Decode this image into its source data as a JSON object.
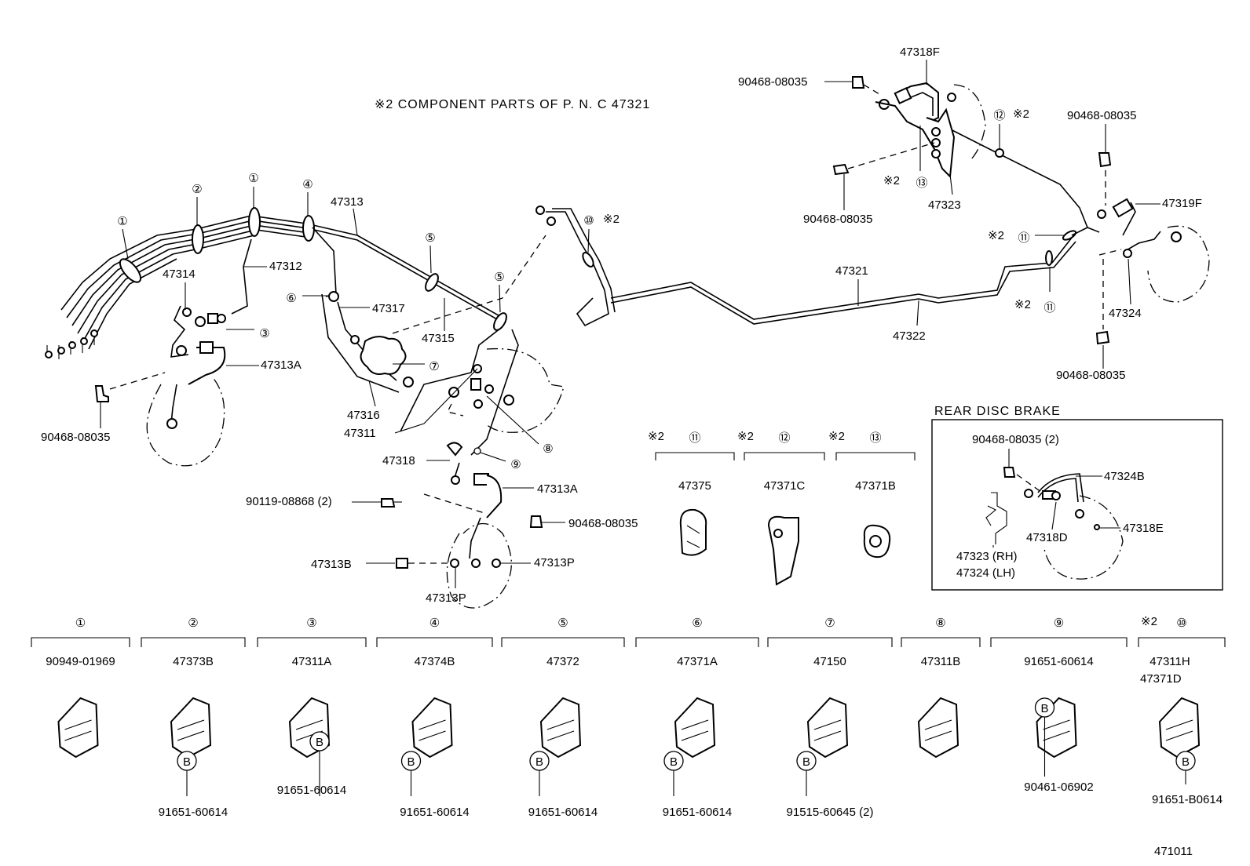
{
  "header": {
    "component_note": "※2 COMPONENT PARTS OF P. N. C 47321",
    "rear_disc_title": "REAR DISC BRAKE",
    "figure_id": "471011"
  },
  "callouts": {
    "c1a": "①",
    "c2a": "②",
    "c1b": "①",
    "c4a": "④",
    "c5a": "⑤",
    "c5b": "⑤",
    "c6a": "⑥",
    "c7a": "⑦",
    "c3a": "③",
    "c8a": "⑧",
    "c9a": "⑨",
    "c10a": "⑩",
    "c10a_note": "※2",
    "c12a": "⑫",
    "c12a_note": "※2",
    "c13a": "⑬",
    "c13a_note": "※2",
    "c11a": "⑪",
    "c11a_note": "※2",
    "c11b": "⑪",
    "c11b_note": "※2"
  },
  "labels": {
    "p47313": "47313",
    "p47312": "47312",
    "p47314": "47314",
    "p47317": "47317",
    "p47315": "47315",
    "p47313A_1": "47313A",
    "p47316": "47316",
    "p47311": "47311",
    "p47318": "47318",
    "p47313A_2": "47313A",
    "p90119": "90119-08868 (2)",
    "p90468_a": "90468-08035",
    "p90468_b": "90468-08035",
    "p90468_c": "90468-08035",
    "p90468_d": "90468-08035",
    "p90468_e": "90468-08035",
    "p90468_f": "90468-08035",
    "p47313B": "47313B",
    "p47313P_1": "47313P",
    "p47313P_2": "47313P",
    "p47318F": "47318F",
    "p47323": "47323",
    "p47319F": "47319F",
    "p47321": "47321",
    "p47322": "47322",
    "p47324": "47324"
  },
  "kit_groups": [
    {
      "marker": "⑪",
      "note": "※2",
      "part": "47375"
    },
    {
      "marker": "⑫",
      "note": "※2",
      "part": "47371C"
    },
    {
      "marker": "⑬",
      "note": "※2",
      "part": "47371B"
    }
  ],
  "rear_disc": {
    "bolt": "90468-08035 (2)",
    "hose": "47324B",
    "clip": "47318D",
    "plate": "47318E",
    "rh": "47323 (RH)",
    "lh": "47324 (LH)"
  },
  "bottom_groups": [
    {
      "marker": "①",
      "note": "",
      "part": "90949-01969",
      "bolt_marker": "",
      "bolt": "",
      "extra": ""
    },
    {
      "marker": "②",
      "note": "",
      "part": "47373B",
      "bolt_marker": "B",
      "bolt": "91651-60614",
      "extra": ""
    },
    {
      "marker": "③",
      "note": "",
      "part": "47311A",
      "bolt_marker": "B",
      "bolt": "91651-60614",
      "extra": ""
    },
    {
      "marker": "④",
      "note": "",
      "part": "47374B",
      "bolt_marker": "B",
      "bolt": "91651-60614",
      "extra": ""
    },
    {
      "marker": "⑤",
      "note": "",
      "part": "47372",
      "bolt_marker": "B",
      "bolt": "91651-60614",
      "extra": ""
    },
    {
      "marker": "⑥",
      "note": "",
      "part": "47371A",
      "bolt_marker": "B",
      "bolt": "91651-60614",
      "extra": ""
    },
    {
      "marker": "⑦",
      "note": "",
      "part": "47150",
      "bolt_marker": "B",
      "bolt": "91515-60645 (2)",
      "extra": ""
    },
    {
      "marker": "⑧",
      "note": "",
      "part": "47311B",
      "bolt_marker": "",
      "bolt": "",
      "extra": ""
    },
    {
      "marker": "⑨",
      "note": "",
      "part": "91651-60614",
      "bolt_marker": "B",
      "bolt": "90461-06902",
      "extra": ""
    },
    {
      "marker": "⑩",
      "note": "※2",
      "part": "47311H",
      "bolt_marker": "B",
      "bolt": "91651-B0614",
      "extra": "47371D"
    }
  ]
}
